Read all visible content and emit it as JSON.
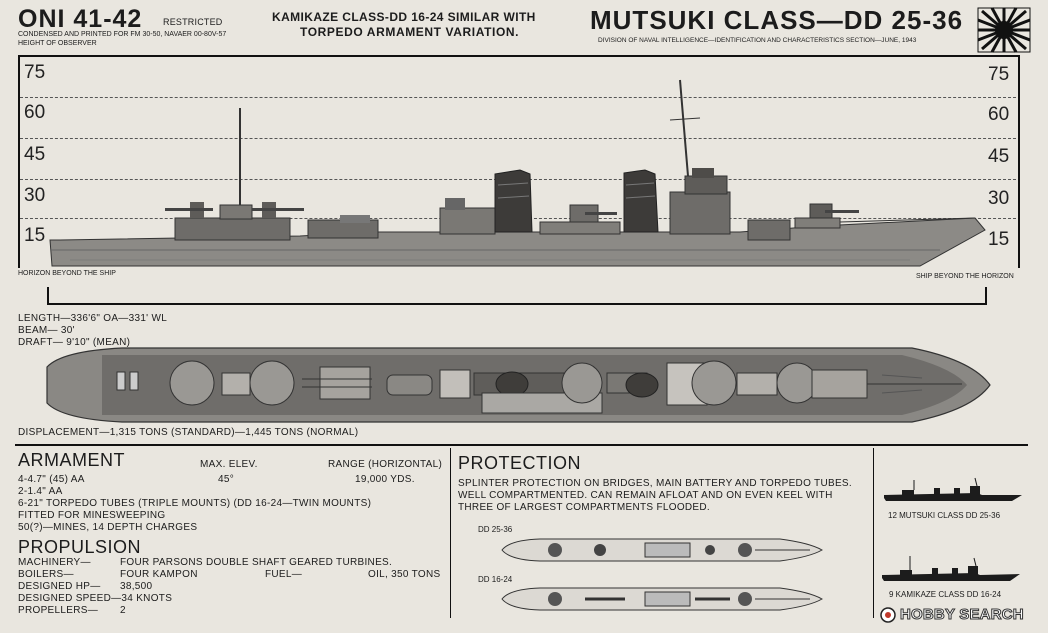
{
  "header": {
    "oni": "ONI 41-42",
    "restricted": "RESTRICTED",
    "condensed": "CONDENSED AND PRINTED FOR FM 30-50, NAVAER  00-80V-57",
    "observer": "HEIGHT OF OBSERVER",
    "subtitle_line1": "KAMIKAZE CLASS-DD 16-24 SIMILAR WITH",
    "subtitle_line2": "TORPEDO ARMAMENT VARIATION.",
    "class_title": "MUTSUKI CLASS—DD 25-36",
    "division": "DIVISION OF NAVAL INTELLIGENCE—IDENTIFICATION AND CHARACTERISTICS SECTION—JUNE, 1943"
  },
  "scale": {
    "left": [
      "75",
      "60",
      "45",
      "30",
      "15"
    ],
    "right": [
      "75",
      "60",
      "45",
      "30",
      "15"
    ],
    "horizon_left": "HORIZON BEYOND THE SHIP",
    "horizon_right": "SHIP BEYOND THE HORIZON"
  },
  "dimensions": {
    "length": "LENGTH—336'6\" OA—331' WL",
    "beam": "BEAM—  30'",
    "draft": "DRAFT—  9'10\" (MEAN)",
    "displacement": "DISPLACEMENT—1,315 TONS (STANDARD)—1,445 TONS (NORMAL)"
  },
  "armament": {
    "title": "ARMAMENT",
    "col_elev": "MAX. ELEV.",
    "col_range": "RANGE (HORIZONTAL)",
    "row1_left": "4-4.7\" (45) AA",
    "row1_elev": "45°",
    "row1_range": "19,000 YDS.",
    "row2": "2-1.4\" AA",
    "row3": "6-21\" TORPEDO TUBES (TRIPLE MOUNTS)   (DD 16-24—TWIN MOUNTS)",
    "row4": "FITTED FOR MINESWEEPING",
    "row5": "50(?)—MINES, 14 DEPTH CHARGES"
  },
  "propulsion": {
    "title": "PROPULSION",
    "machinery_label": "MACHINERY—",
    "machinery_value": "FOUR PARSONS DOUBLE SHAFT GEARED TURBINES.",
    "boilers_label": "BOILERS—",
    "boilers_value": "FOUR KAMPON",
    "fuel_label": "FUEL—",
    "fuel_value": "OIL, 350 TONS",
    "hp_label": "DESIGNED HP—",
    "hp_value": "38,500",
    "speed": "DESIGNED SPEED—34 KNOTS",
    "propellers_label": "PROPELLERS—",
    "propellers_value": "2"
  },
  "protection": {
    "title": "PROTECTION",
    "line1": "SPLINTER PROTECTION ON BRIDGES, MAIN BATTERY AND TORPEDO TUBES.",
    "line2": "WELL COMPARTMENTED. CAN REMAIN AFLOAT AND ON EVEN KEEL WITH",
    "line3": "THREE OF LARGEST COMPARTMENTS FLOODED.",
    "plan1_label": "DD 25-36",
    "plan2_label": "DD 16-24"
  },
  "silhouettes": {
    "s1_caption": "12 MUTSUKI CLASS DD 25-36",
    "s2_caption": "9 KAMIKAZE CLASS DD 16-24"
  },
  "watermark": {
    "text": "HOBBY SEARCH"
  }
}
